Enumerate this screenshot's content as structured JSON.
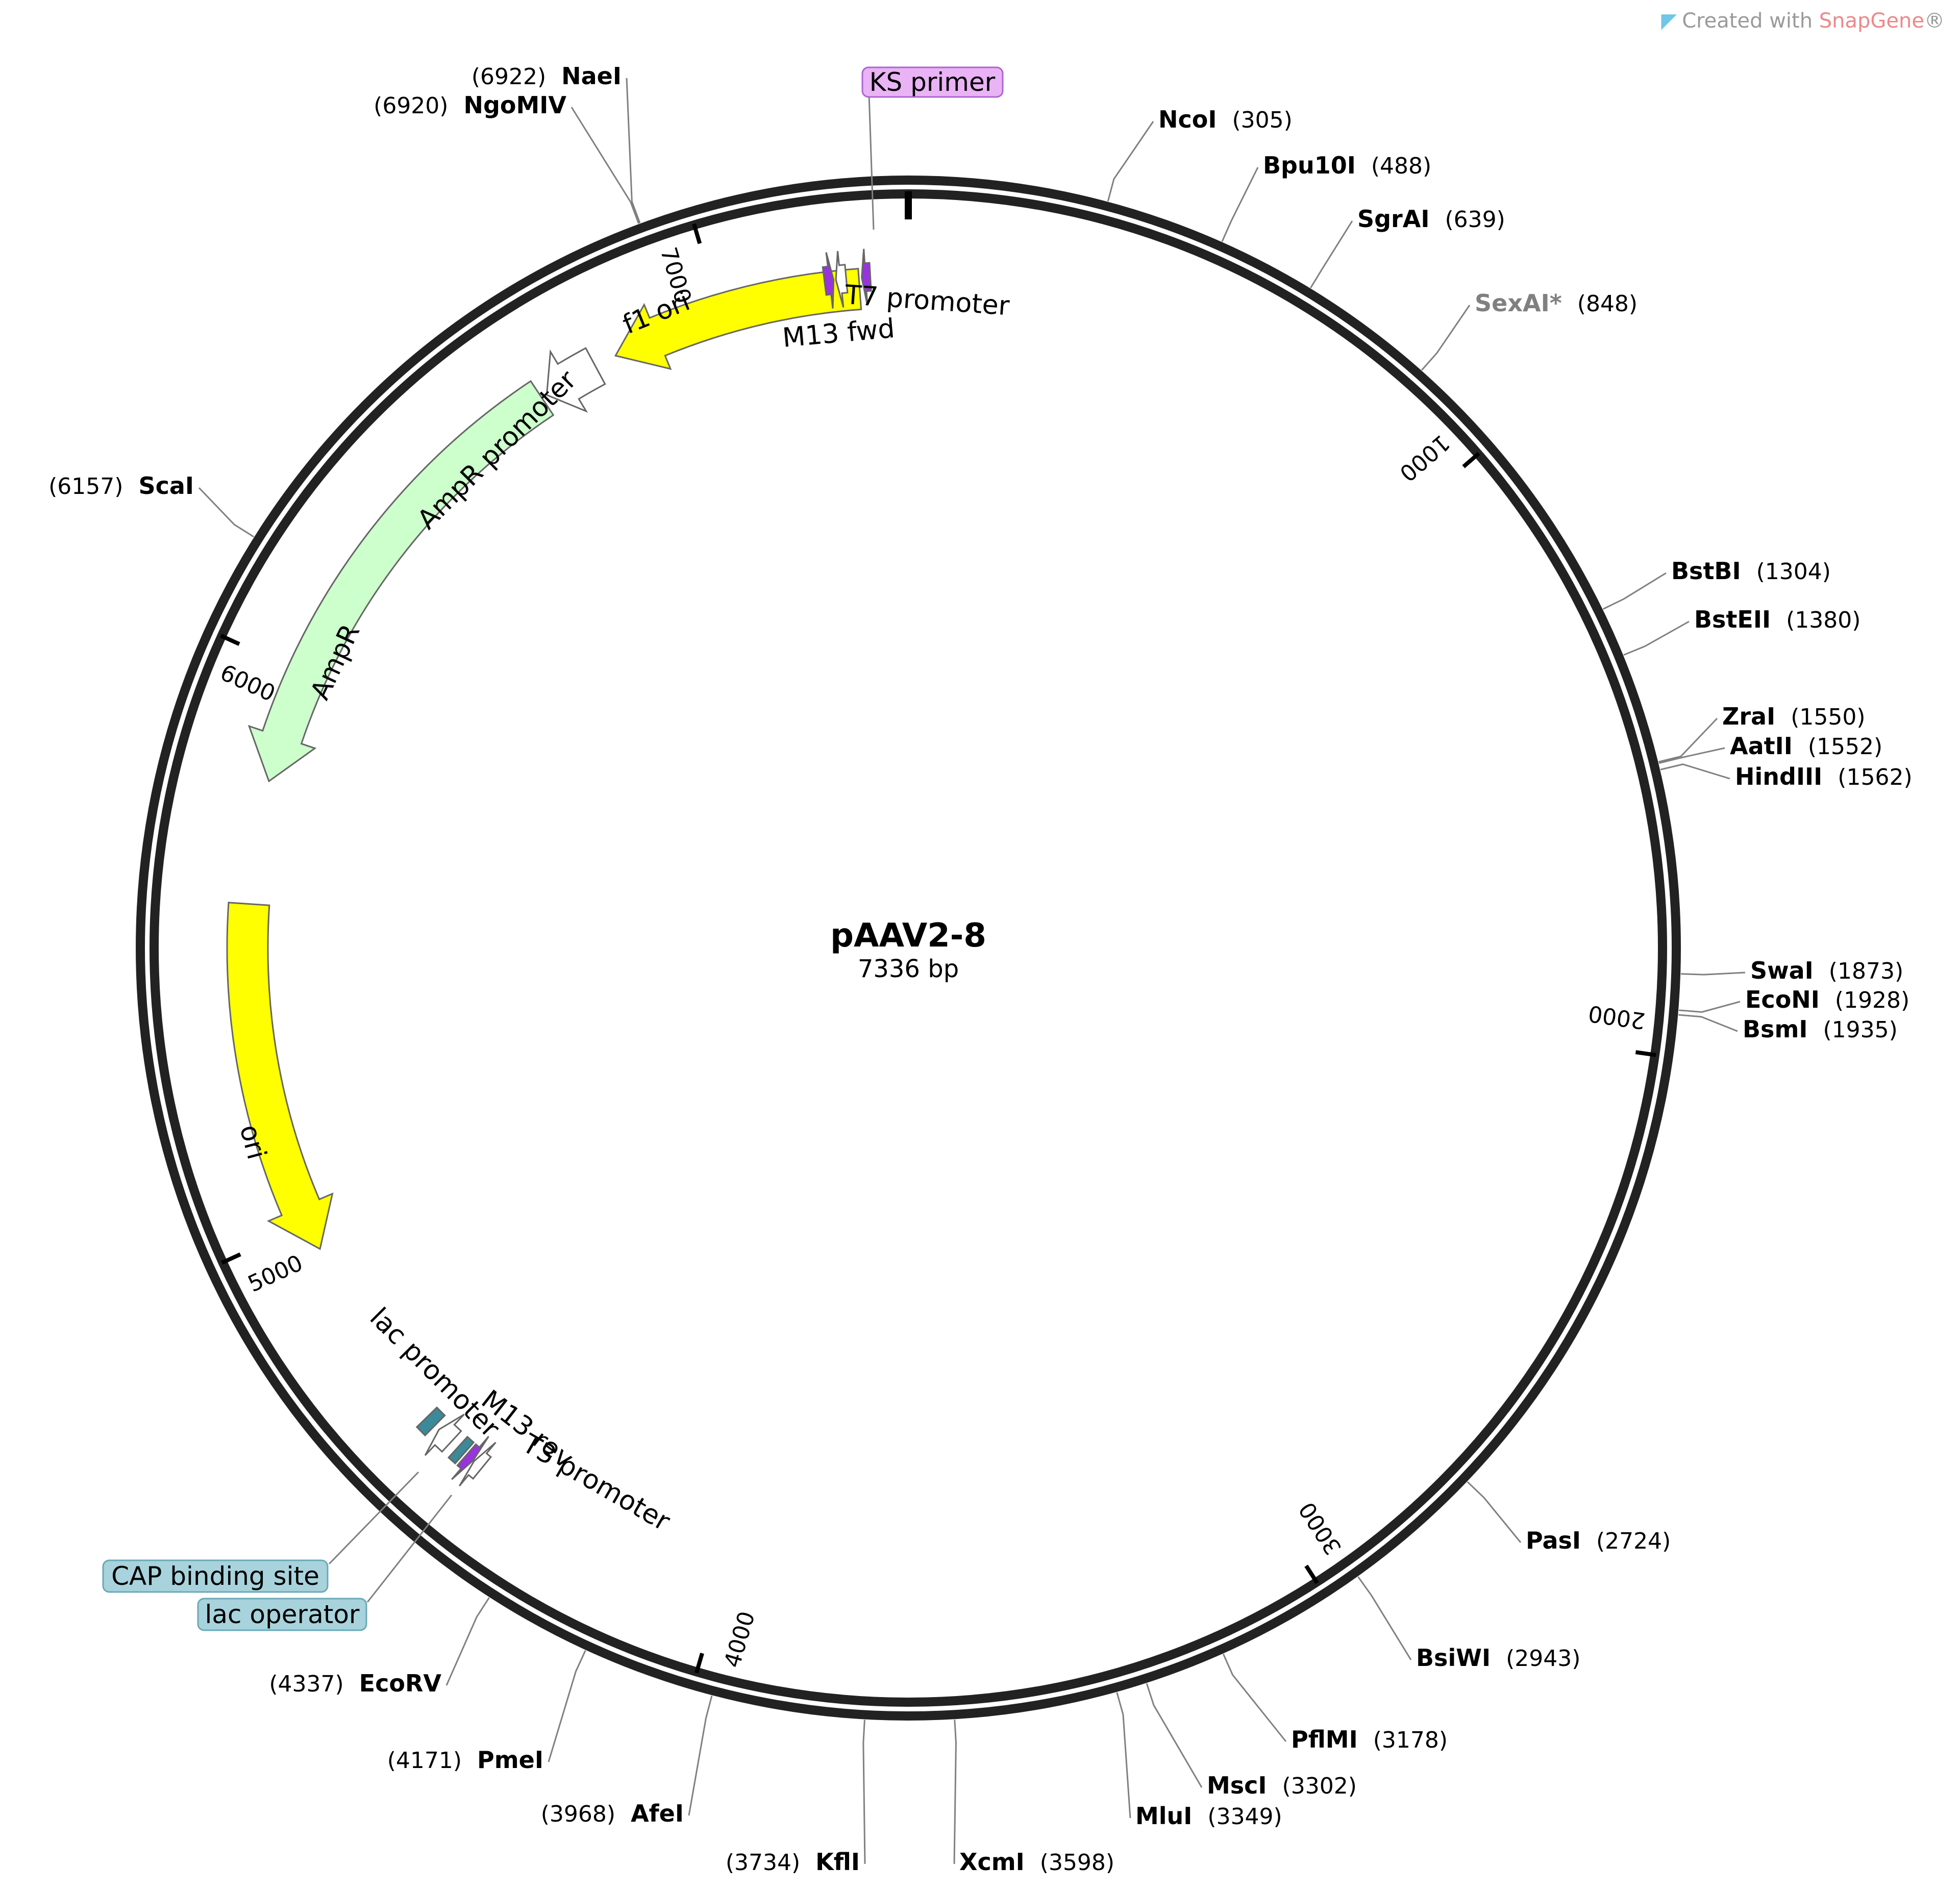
{
  "plasmid": {
    "name": "pAAV2-8",
    "length_label": "7336 bp",
    "length": 7336
  },
  "credit": {
    "prefix": "Created with ",
    "brand": "SnapGene",
    "suffix": "®"
  },
  "ticks": [
    {
      "bp": 1000,
      "label": "1000"
    },
    {
      "bp": 2000,
      "label": "2000"
    },
    {
      "bp": 3000,
      "label": "3000"
    },
    {
      "bp": 4000,
      "label": "4000"
    },
    {
      "bp": 5000,
      "label": "5000"
    },
    {
      "bp": 6000,
      "label": "6000"
    },
    {
      "bp": 7000,
      "label": "7000"
    }
  ],
  "enzymes": [
    {
      "name": "NcoI",
      "pos": "(305)",
      "bp": 305
    },
    {
      "name": "Bpu10I",
      "pos": "(488)",
      "bp": 488
    },
    {
      "name": "SgrAI",
      "pos": "(639)",
      "bp": 639
    },
    {
      "name": "SexAI*",
      "pos": "(848)",
      "bp": 848,
      "gray": true
    },
    {
      "name": "BstBI",
      "pos": "(1304)",
      "bp": 1304
    },
    {
      "name": "BstEII",
      "pos": "(1380)",
      "bp": 1380
    },
    {
      "name": "ZraI",
      "pos": "(1550)",
      "bp": 1550
    },
    {
      "name": "AatII",
      "pos": "(1552)",
      "bp": 1552
    },
    {
      "name": "HindIII",
      "pos": "(1562)",
      "bp": 1562
    },
    {
      "name": "SwaI",
      "pos": "(1873)",
      "bp": 1873
    },
    {
      "name": "EcoNI",
      "pos": "(1928)",
      "bp": 1928
    },
    {
      "name": "BsmI",
      "pos": "(1935)",
      "bp": 1935
    },
    {
      "name": "PasI",
      "pos": "(2724)",
      "bp": 2724
    },
    {
      "name": "BsiWI",
      "pos": "(2943)",
      "bp": 2943
    },
    {
      "name": "PflMI",
      "pos": "(3178)",
      "bp": 3178
    },
    {
      "name": "MscI",
      "pos": "(3302)",
      "bp": 3302
    },
    {
      "name": "MluI",
      "pos": "(3349)",
      "bp": 3349
    },
    {
      "name": "XcmI",
      "pos": "(3598)",
      "bp": 3598
    },
    {
      "name": "KflI",
      "pos": "(3734)",
      "bp": 3734
    },
    {
      "name": "AfeI",
      "pos": "(3968)",
      "bp": 3968
    },
    {
      "name": "PmeI",
      "pos": "(4171)",
      "bp": 4171
    },
    {
      "name": "EcoRV",
      "pos": "(4337)",
      "bp": 4337
    },
    {
      "name": "ScaI",
      "pos": "(6157)",
      "bp": 6157
    },
    {
      "name": "NgoMIV",
      "pos": "(6920)",
      "bp": 6920
    },
    {
      "name": "NaeI",
      "pos": "(6922)",
      "bp": 6922
    }
  ],
  "features": [
    {
      "name": "f1 ori",
      "start": 6800,
      "end": 7250,
      "strand": "reverse",
      "color": "#ffff00"
    },
    {
      "name": "AmpR promoter",
      "start": 6660,
      "end": 6760,
      "strand": "reverse",
      "color": "#ffffff"
    },
    {
      "name": "AmpR",
      "start": 5800,
      "end": 6650,
      "strand": "reverse",
      "color": "#ccffcc"
    },
    {
      "name": "ori",
      "start": 4950,
      "end": 5580,
      "strand": "reverse",
      "color": "#ffff00"
    },
    {
      "name": "lac promoter",
      "start": 4540,
      "end": 4570,
      "strand": "forward",
      "color": "#ffffff"
    },
    {
      "name": "CAP binding site",
      "start": 4580,
      "end": 4600,
      "strand": "none",
      "color": "#3a8a99"
    },
    {
      "name": "lac operator",
      "start": 4510,
      "end": 4525,
      "strand": "none",
      "color": "#3a8a99"
    },
    {
      "name": "M13 rev",
      "start": 4490,
      "end": 4505,
      "strand": "reverse",
      "color": "#9933dd"
    },
    {
      "name": "T3 promoter",
      "start": 4470,
      "end": 4488,
      "strand": "forward",
      "color": "#ffffff"
    },
    {
      "name": "M13 fwd",
      "start": 7190,
      "end": 7206,
      "strand": "forward",
      "color": "#9933dd"
    },
    {
      "name": "T7 promoter",
      "start": 7210,
      "end": 7228,
      "strand": "reverse",
      "color": "#ffffff"
    },
    {
      "name": "KS primer",
      "start": 7255,
      "end": 7270,
      "strand": "reverse",
      "color": "#9933dd"
    }
  ],
  "boxed_labels": {
    "ks_primer": {
      "text": "KS primer",
      "color": "#e9b3f5",
      "border": "#b064d0"
    },
    "cap_binding_site": {
      "text": "CAP binding site",
      "color": "#a8d3dc",
      "border": "#6aa9b8"
    },
    "lac_operator": {
      "text": "lac operator",
      "color": "#a8d3dc",
      "border": "#6aa9b8"
    }
  },
  "feature_labels": {
    "f1_ori": "f1 ori",
    "ampr_promoter": "AmpR promoter",
    "ampr": "AmpR",
    "ori": "ori",
    "lac_promoter": "lac promoter",
    "m13_rev": "M13 rev",
    "t3_promoter": "T3 promoter",
    "t7_promoter": "T7 promoter",
    "m13_fwd": "M13 fwd"
  }
}
